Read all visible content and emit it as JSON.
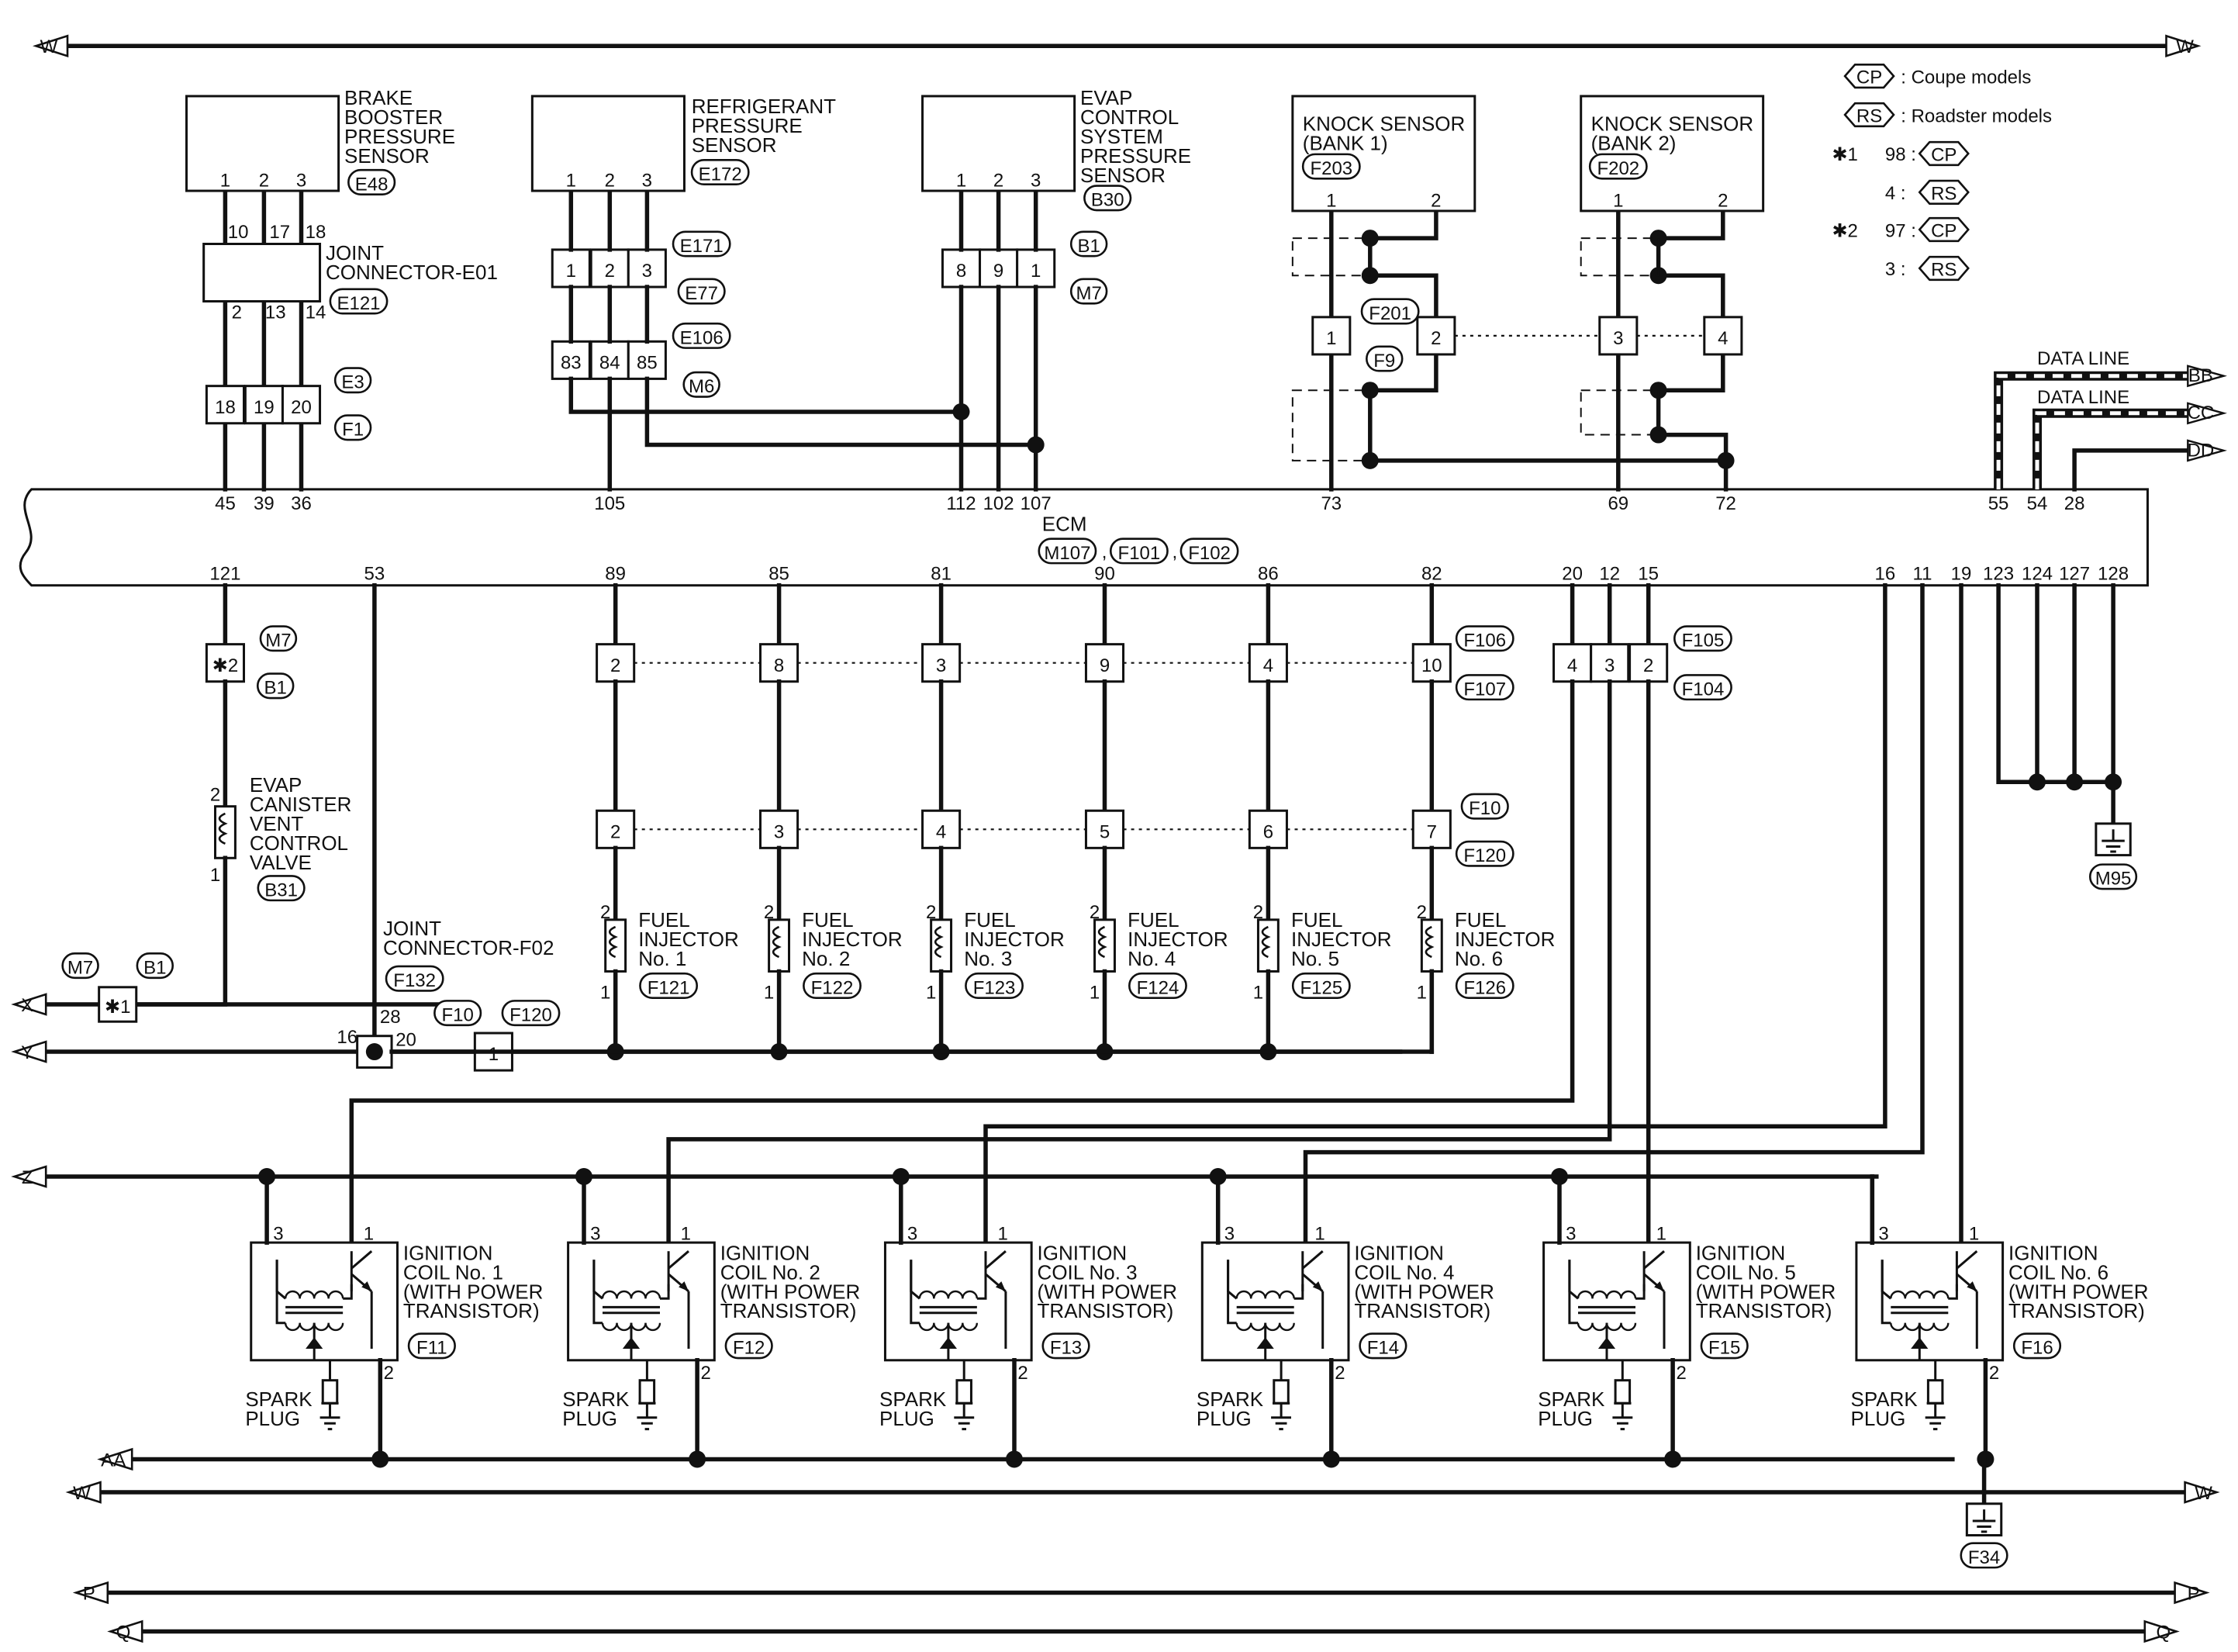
{
  "legend": {
    "cp_tag": "CP",
    "cp_text": ": Coupe models",
    "rs_tag": "RS",
    "rs_text": ": Roadster models",
    "star1": "✱1",
    "star1_cp_value": "98 :",
    "star1_rs_value": "4 :",
    "star2": "✱2",
    "star2_cp_value": "97 :",
    "star2_rs_value": "3 :"
  },
  "buses": {
    "w": "W",
    "x": "X",
    "y": "Y",
    "z": "Z",
    "aa": "AA",
    "bb": "BB",
    "cc": "CC",
    "dd": "DD",
    "p": "P",
    "q": "Q"
  },
  "data_line_1": "DATA LINE",
  "data_line_2": "DATA LINE",
  "brake_sensor": {
    "title": [
      "BRAKE",
      "BOOSTER",
      "PRESSURE",
      "SENSOR"
    ],
    "conn": "E48",
    "pins": [
      "1",
      "2",
      "3"
    ],
    "joint_top_pins": [
      "10",
      "17",
      "18"
    ],
    "joint_bot_pins": [
      "2",
      "13",
      "14"
    ],
    "joint_title": [
      "JOINT",
      "CONNECTOR-E01"
    ],
    "joint_conn": "E121",
    "inline_pins": [
      "18",
      "19",
      "20"
    ],
    "inline_conn_top": "E3",
    "inline_conn_bot": "F1",
    "ecm_pins": [
      "45",
      "39",
      "36"
    ]
  },
  "refrigerant_sensor": {
    "title": [
      "REFRIGERANT",
      "PRESSURE",
      "SENSOR"
    ],
    "conn": "E172",
    "pins": [
      "1",
      "2",
      "3"
    ],
    "inline1_pins": [
      "1",
      "2",
      "3"
    ],
    "inline1_conn_top": "E171",
    "inline1_conn_bot": "E77",
    "inline2_pins": [
      "83",
      "84",
      "85"
    ],
    "inline2_conn_top": "E106",
    "inline2_conn_bot": "M6",
    "ecm_pin": "105"
  },
  "evap_sensor": {
    "title": [
      "EVAP",
      "CONTROL",
      "SYSTEM",
      "PRESSURE",
      "SENSOR"
    ],
    "conn": "B30",
    "pins": [
      "1",
      "2",
      "3"
    ],
    "inline_pins": [
      "8",
      "9",
      "1"
    ],
    "inline_conn_top": "B1",
    "inline_conn_bot": "M7",
    "ecm_pins": [
      "112",
      "102",
      "107"
    ]
  },
  "knock1": {
    "title": [
      "KNOCK SENSOR",
      "(BANK 1)"
    ],
    "conn": "F203",
    "pins": [
      "1",
      "2"
    ]
  },
  "knock2": {
    "title": [
      "KNOCK SENSOR",
      "(BANK 2)"
    ],
    "conn": "F202",
    "pins": [
      "1",
      "2"
    ]
  },
  "knock_inline": {
    "pins": [
      "1",
      "2",
      "3",
      "4"
    ],
    "conn_top": "F201",
    "conn_bot": "F9"
  },
  "ecm": {
    "title": "ECM",
    "conns": [
      "M107",
      "F101",
      "F102"
    ],
    "sep": ",",
    "top_pins_right": [
      "73",
      "69",
      "72",
      "55",
      "54",
      "28"
    ],
    "bottom_pins": [
      "121",
      "53",
      "89",
      "85",
      "81",
      "90",
      "86",
      "82",
      "20",
      "12",
      "15",
      "16",
      "11",
      "19",
      "123",
      "124",
      "127",
      "128"
    ]
  },
  "evap_valve": {
    "title": [
      "EVAP",
      "CANISTER",
      "VENT",
      "CONTROL",
      "VALVE"
    ],
    "conn": "B31",
    "pins": [
      "2",
      "1"
    ],
    "inline_tag": "✱2",
    "inline_conn_top": "M7",
    "inline_conn_bot": "B1",
    "x_tag": "✱1",
    "x_conn_1": "M7",
    "x_conn_2": "B1"
  },
  "joint_f02": {
    "title": [
      "JOINT",
      "CONNECTOR-F02"
    ],
    "conn": "F132",
    "pins": [
      "16",
      "28",
      "20"
    ],
    "inline_pin": "1",
    "inline_conn_1": "F10",
    "inline_conn_2": "F120"
  },
  "injector_inline1": {
    "pins": [
      "2",
      "8",
      "3",
      "9",
      "4",
      "10"
    ],
    "conn_top": "F106",
    "conn_bot": "F107"
  },
  "injector_inline2": {
    "pins": [
      "2",
      "3",
      "4",
      "5",
      "6",
      "7"
    ],
    "conn_top": "F10",
    "conn_bot": "F120"
  },
  "injectors": [
    {
      "title": [
        "FUEL",
        "INJECTOR",
        "No. 1"
      ],
      "conn": "F121"
    },
    {
      "title": [
        "FUEL",
        "INJECTOR",
        "No. 2"
      ],
      "conn": "F122"
    },
    {
      "title": [
        "FUEL",
        "INJECTOR",
        "No. 3"
      ],
      "conn": "F123"
    },
    {
      "title": [
        "FUEL",
        "INJECTOR",
        "No. 4"
      ],
      "conn": "F124"
    },
    {
      "title": [
        "FUEL",
        "INJECTOR",
        "No. 5"
      ],
      "conn": "F125"
    },
    {
      "title": [
        "FUEL",
        "INJECTOR",
        "No. 6"
      ],
      "conn": "F126"
    }
  ],
  "injector_pins": [
    "2",
    "1"
  ],
  "ign_inline": {
    "pins": [
      "4",
      "3",
      "2"
    ],
    "conn_top": "F105",
    "conn_bot": "F104"
  },
  "coils": [
    {
      "title": [
        "IGNITION",
        "COIL No. 1",
        "(WITH POWER",
        "TRANSISTOR)"
      ],
      "conn": "F11"
    },
    {
      "title": [
        "IGNITION",
        "COIL No. 2",
        "(WITH POWER",
        "TRANSISTOR)"
      ],
      "conn": "F12"
    },
    {
      "title": [
        "IGNITION",
        "COIL No. 3",
        "(WITH POWER",
        "TRANSISTOR)"
      ],
      "conn": "F13"
    },
    {
      "title": [
        "IGNITION",
        "COIL No. 4",
        "(WITH POWER",
        "TRANSISTOR)"
      ],
      "conn": "F14"
    },
    {
      "title": [
        "IGNITION",
        "COIL No. 5",
        "(WITH POWER",
        "TRANSISTOR)"
      ],
      "conn": "F15"
    },
    {
      "title": [
        "IGNITION",
        "COIL No. 6",
        "(WITH POWER",
        "TRANSISTOR)"
      ],
      "conn": "F16"
    }
  ],
  "coil_pins": [
    "3",
    "1",
    "2"
  ],
  "spark_plug": [
    "SPARK",
    "PLUG"
  ],
  "ground_ecm": "M95",
  "ground_coils": "F34"
}
